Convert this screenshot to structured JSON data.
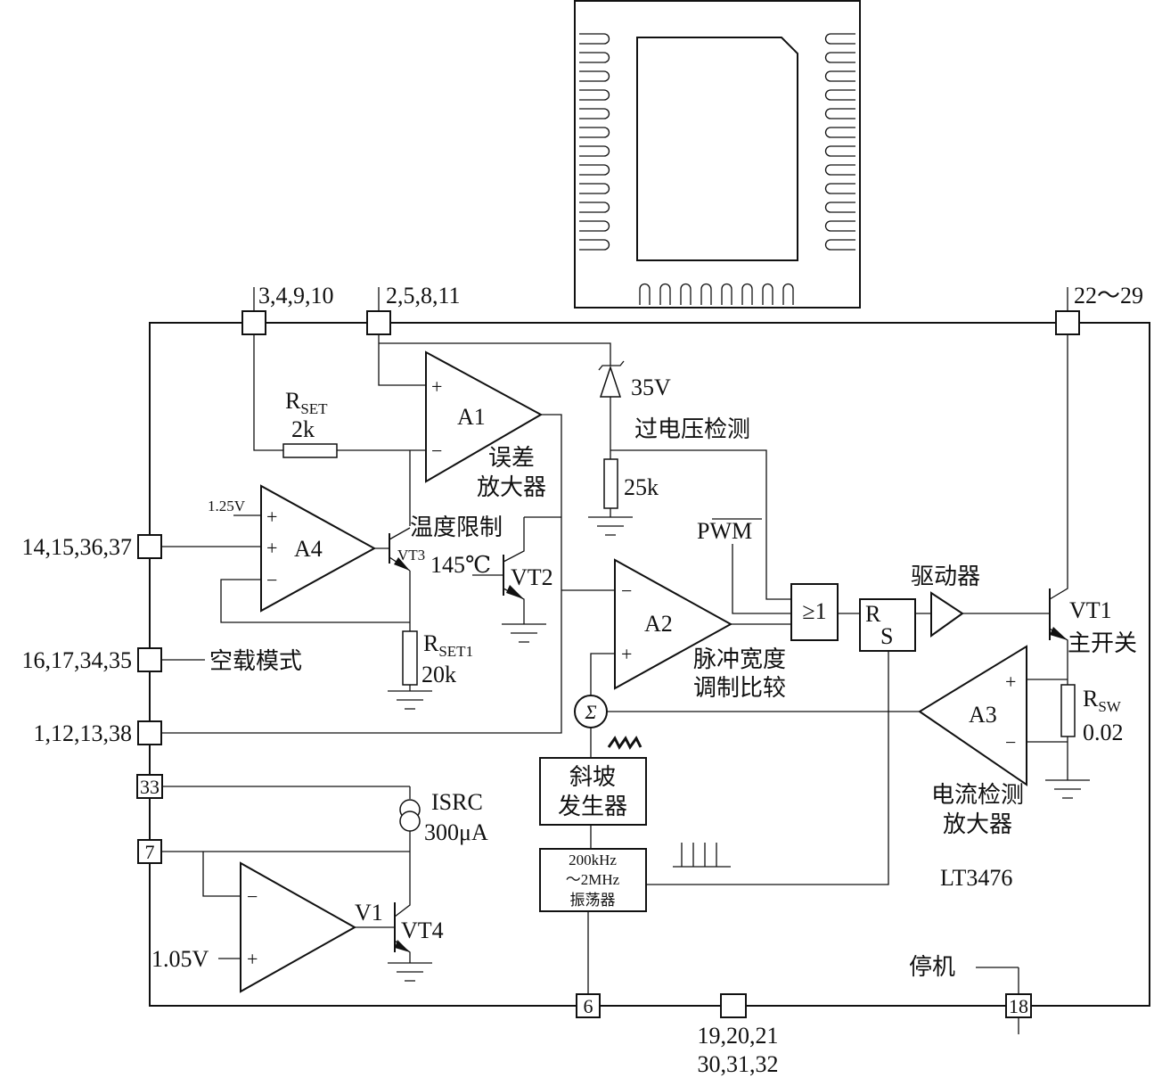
{
  "chip_name": "LT3476",
  "pins": {
    "p3_4_9_10": "3,4,9,10",
    "p2_5_8_11": "2,5,8,11",
    "p22_29": "22～29",
    "p14": "14,15,36,37",
    "p16": "16,17,34,35",
    "p1": "1,12,13,38",
    "p33": "33",
    "p7": "7",
    "p6": "6",
    "p19_line1": "19,20,21",
    "p19_line2": "30,31,32",
    "p18": "18"
  },
  "components": {
    "rset": {
      "main": "R",
      "sub": "SET",
      "value": "2k"
    },
    "rset1": {
      "main": "R",
      "sub": "SET1",
      "value": "20k"
    },
    "rsw": {
      "main": "R",
      "sub": "SW",
      "value": "0.02"
    },
    "r25k": "25k",
    "zener": "35V",
    "a1": "A1",
    "a2": "A2",
    "a3": "A3",
    "a4": "A4",
    "vt1": "VT1",
    "vt2": "VT2",
    "vt3": "VT3",
    "vt4": "VT4",
    "v1": "V1",
    "ref125": "1.25V",
    "ref105": "1.05V",
    "temp": "145℃",
    "isrc": "ISRC",
    "isrc_value": "300μA",
    "or_gate": "≥1",
    "rs_r": "R",
    "rs_s": "S",
    "sigma": "Σ",
    "pwm_p": "P",
    "pwm_wm": "WM",
    "plus": "+",
    "minus": "−"
  },
  "labels": {
    "error_amp_1": "误差",
    "error_amp_2": "放大器",
    "temp_limit": "温度限制",
    "overvoltage": "过电压检测",
    "no_load": "空载模式",
    "pwm_cmp_1": "脉冲宽度",
    "pwm_cmp_2": "调制比较",
    "driver": "驱动器",
    "main_switch": "主开关",
    "current_amp_1": "电流检测",
    "current_amp_2": "放大器",
    "ramp_1": "斜坡",
    "ramp_2": "发生器",
    "osc_1": "200kHz",
    "osc_2": "～2MHz",
    "osc_3": "振荡器",
    "shutdown": "停机"
  }
}
